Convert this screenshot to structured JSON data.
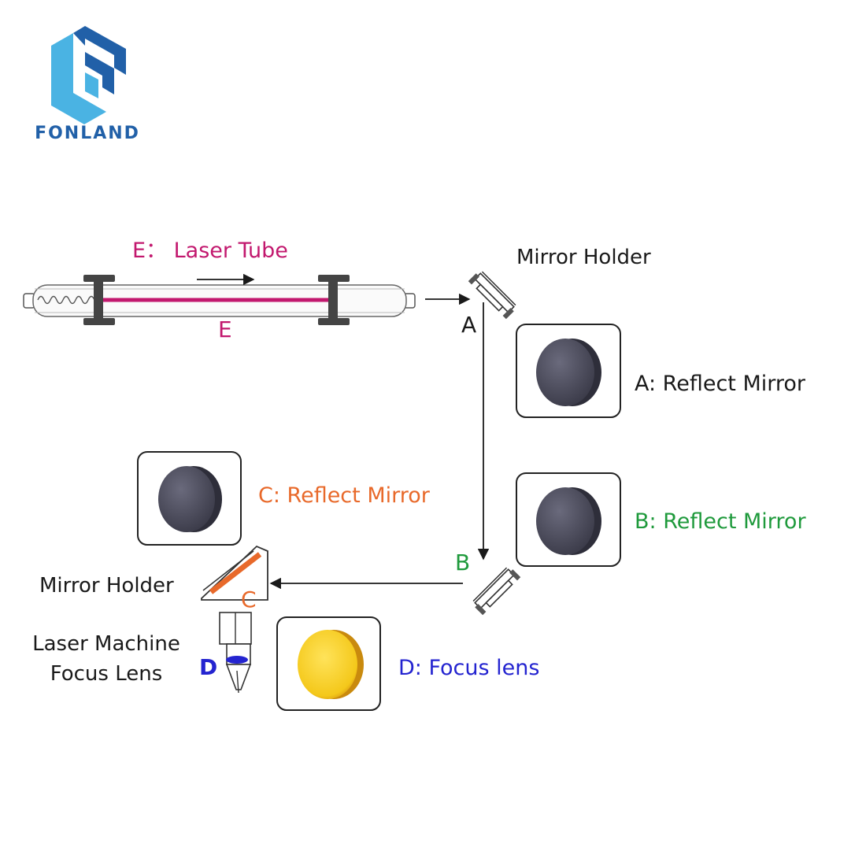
{
  "brand": {
    "name": "FONLAND",
    "logo_icon": "fonland-logo-icon",
    "colors": {
      "light": "#4ab3e3",
      "dark": "#2160a8"
    }
  },
  "labels": {
    "laser_tube_title": "E： Laser Tube",
    "tube_letter": "E",
    "mirror_holder_top": "Mirror Holder",
    "mirror_holder_left": "Mirror Holder",
    "point_a": "A",
    "point_b": "B",
    "point_c": "C",
    "point_d": "D",
    "a_reflect": "A: Reflect Mirror",
    "b_reflect": "B: Reflect Mirror",
    "c_reflect": "C: Reflect Mirror",
    "d_focus": "D: Focus lens",
    "machine_line1": "Laser Machine",
    "machine_line2": "Focus Lens"
  },
  "colors": {
    "magenta": "#c2186e",
    "green": "#1f9a3c",
    "orange": "#e8692a",
    "blue": "#2424d0",
    "black": "#1a1a1a",
    "mirror_gray": "#4a4a5c",
    "lens_yellow": "#f6cf1a"
  }
}
